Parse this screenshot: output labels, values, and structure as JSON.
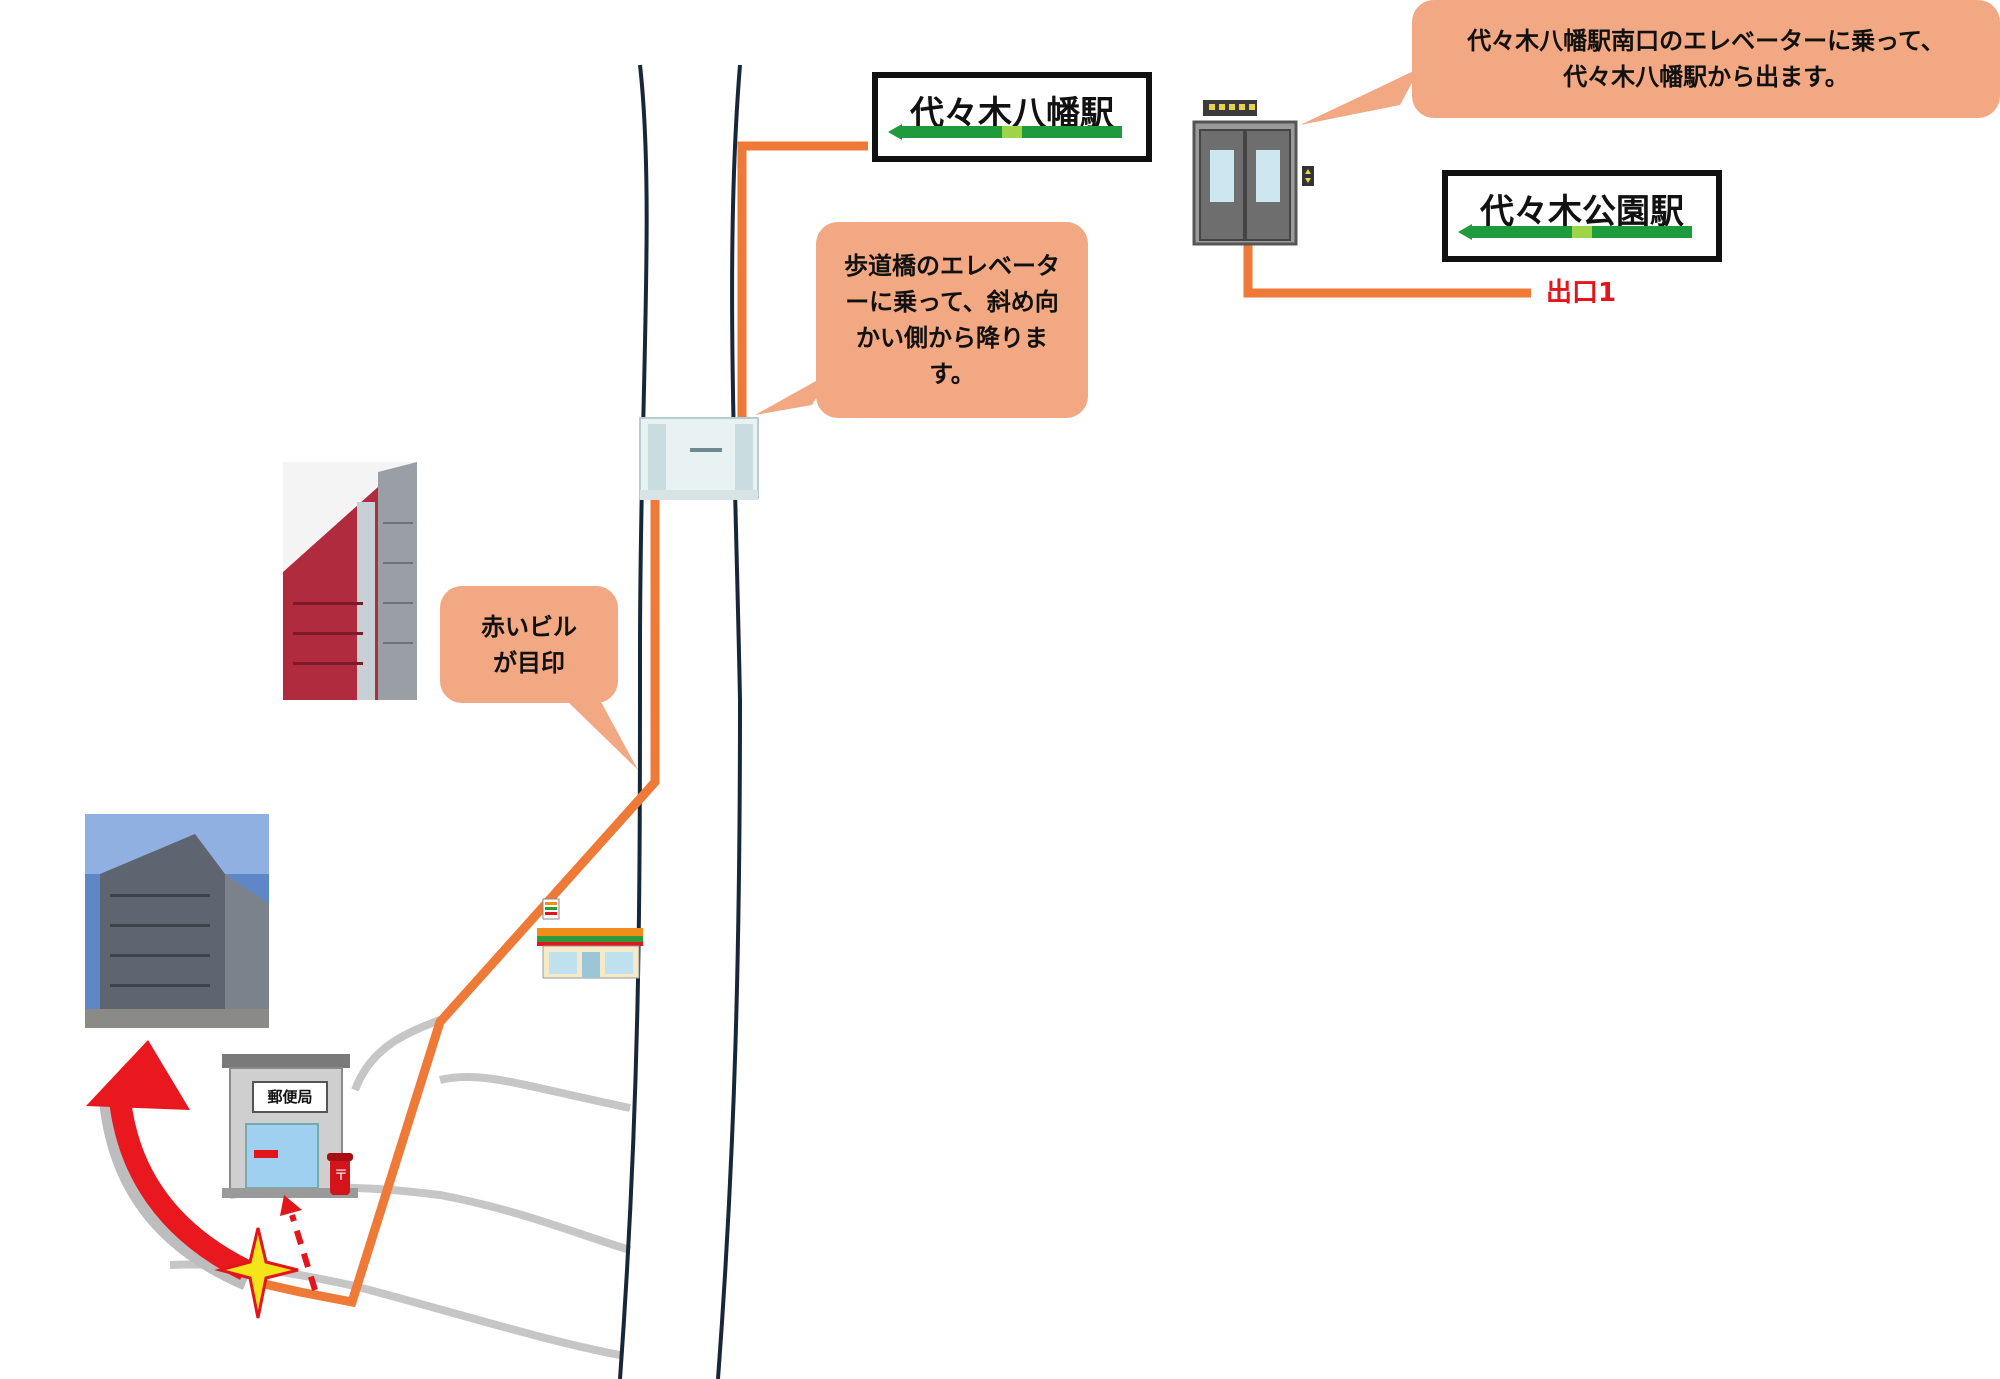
{
  "stations": {
    "yoyogi_hachiman": {
      "name": "代々木八幡駅"
    },
    "yoyogi_koen": {
      "name": "代々木公園駅"
    }
  },
  "exit_label": "出口1",
  "bubbles": {
    "elevator_south": "代々木八幡駅南口のエレベーターに乗って、代々木八幡駅から出ます。",
    "footbridge": "歩道橋のエレベーターに乗って、斜め向かい側から降ります。",
    "red_building": "赤いビルが目印"
  },
  "landmarks": {
    "post_office": "郵便局"
  },
  "icons": [
    "elevator-icon",
    "footbridge-icon",
    "convenience-store-icon",
    "post-office-icon",
    "postbox-icon",
    "red-arrow-icon",
    "star-marker-icon"
  ],
  "colors": {
    "route": "#ef7a38",
    "bubble": "#f2a883",
    "rail_line": "#1f9a3c",
    "exit_text": "#e3151a",
    "destination_arrow": "#e8181e"
  }
}
